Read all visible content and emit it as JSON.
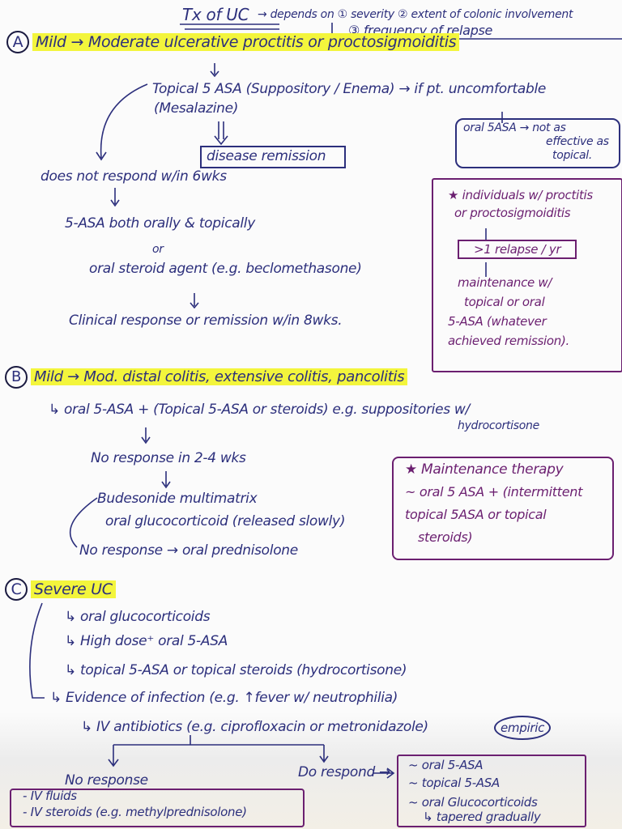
{
  "header": {
    "title": "Tx of UC",
    "depends": "→ depends on ① severity ② extent of colonic involvement",
    "depends2": "③ frequency of relapse"
  },
  "section_a": {
    "label": "A",
    "heading": "Mild → Moderate ulcerative proctitis or proctosigmoiditis",
    "topical": "Topical 5 ASA (Suppository / Enema) → if pt. uncomfortable",
    "mesalazine": "(Mesalazine)",
    "oral_box": [
      "oral 5ASA → not as",
      "effective as",
      "topical."
    ],
    "remission": "disease remission",
    "no_respond": "does not respond w/in 6wks",
    "both": "5-ASA both orally & topically",
    "or": "or",
    "steroid": "oral steroid agent (e.g. beclomethasone)",
    "clinical": "Clinical response or remission w/in 8wks.",
    "note": [
      "★ individuals w/ proctitis",
      "or proctosigmoiditis",
      ">1 relapse / yr",
      "maintenance w/",
      "topical or oral",
      "5-ASA (whatever",
      "achieved remission)."
    ]
  },
  "section_b": {
    "label": "B",
    "heading": "Mild → Mod. distal colitis, extensive colitis, pancolitis",
    "oral": "↳ oral 5-ASA + (Topical 5-ASA or steroids) e.g. suppositories w/",
    "hydro": "hydrocortisone",
    "no_response": "No response in 2-4 wks",
    "budesonide": "Budesonide multimatrix",
    "gluco": "oral glucocorticoid (released slowly)",
    "pred": "No response → oral prednisolone",
    "note": [
      "★ Maintenance therapy",
      "~ oral 5 ASA + (intermittent",
      "topical 5ASA or topical",
      "steroids)"
    ]
  },
  "section_c": {
    "label": "C",
    "heading": "Severe UC",
    "items": [
      "↳ oral glucocorticoids",
      "↳ High dose⁺ oral 5-ASA",
      "↳ topical 5-ASA or topical steroids (hydrocortisone)"
    ],
    "infection": "↳ Evidence of infection (e.g. ↑fever w/ neutrophilia)",
    "iv_abx": "↳ IV antibiotics (e.g. ciprofloxacin or metronidazole)",
    "empiric": "empiric",
    "no_response": "No response",
    "no_list": [
      "- IV fluids",
      "- IV steroids (e.g. methylprednisolone)"
    ],
    "do_respond": "Do respond →",
    "do_list": [
      "~ oral 5-ASA",
      "~ topical 5-ASA",
      "~ oral Glucocorticoids",
      "↳ tapered gradually"
    ]
  },
  "colors": {
    "ink": "#2c2f7c",
    "purple": "#6b1f70",
    "highlight": "#f3f53c"
  }
}
